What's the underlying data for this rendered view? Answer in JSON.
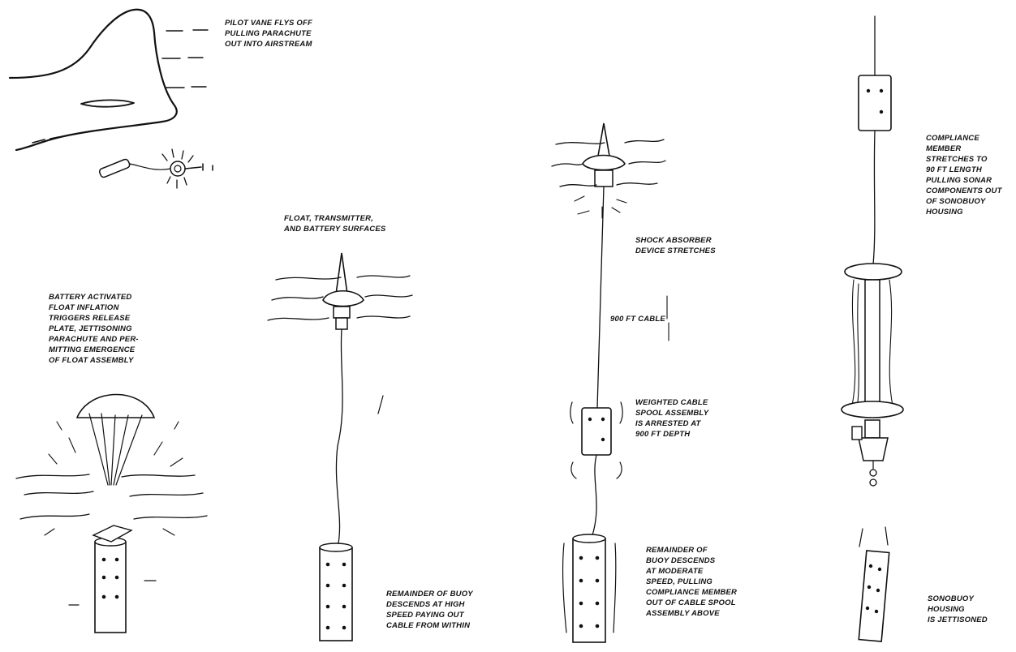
{
  "colors": {
    "ink": "#111111",
    "background": "#ffffff"
  },
  "labels": {
    "pilot_vane": [
      "PILOT VANE FLYS OFF",
      "PULLING PARACHUTE",
      "OUT INTO AIRSTREAM"
    ],
    "battery_activated": [
      "BATTERY ACTIVATED",
      "FLOAT INFLATION",
      "TRIGGERS RELEASE",
      "PLATE, JETTISONING",
      "PARACHUTE AND PER-",
      "MITTING EMERGENCE",
      "OF FLOAT ASSEMBLY"
    ],
    "float_surfaces": [
      "FLOAT, TRANSMITTER,",
      "AND BATTERY SURFACES"
    ],
    "remainder_high_speed": [
      "REMAINDER OF BUOY",
      "DESCENDS AT HIGH",
      "SPEED PAYING OUT",
      "CABLE FROM WITHIN"
    ],
    "shock_absorber": [
      "SHOCK ABSORBER",
      "DEVICE STRETCHES"
    ],
    "cable_length": "900 FT CABLE",
    "weighted_cable": [
      "WEIGHTED CABLE",
      "SPOOL ASSEMBLY",
      "IS ARRESTED AT",
      "900 FT DEPTH"
    ],
    "remainder_moderate": [
      "REMAINDER OF",
      "BUOY DESCENDS",
      "AT MODERATE",
      "SPEED, PULLING",
      "COMPLIANCE MEMBER",
      "OUT OF CABLE SPOOL",
      "ASSEMBLY ABOVE"
    ],
    "compliance_member": [
      "COMPLIANCE",
      "MEMBER",
      "STRETCHES TO",
      "90 FT LENGTH",
      "PULLING SONAR",
      "COMPONENTS OUT",
      "OF SONOBUOY",
      "HOUSING"
    ],
    "housing_jettisoned": [
      "SONOBUOY",
      "HOUSING",
      "IS JETTISONED"
    ]
  }
}
